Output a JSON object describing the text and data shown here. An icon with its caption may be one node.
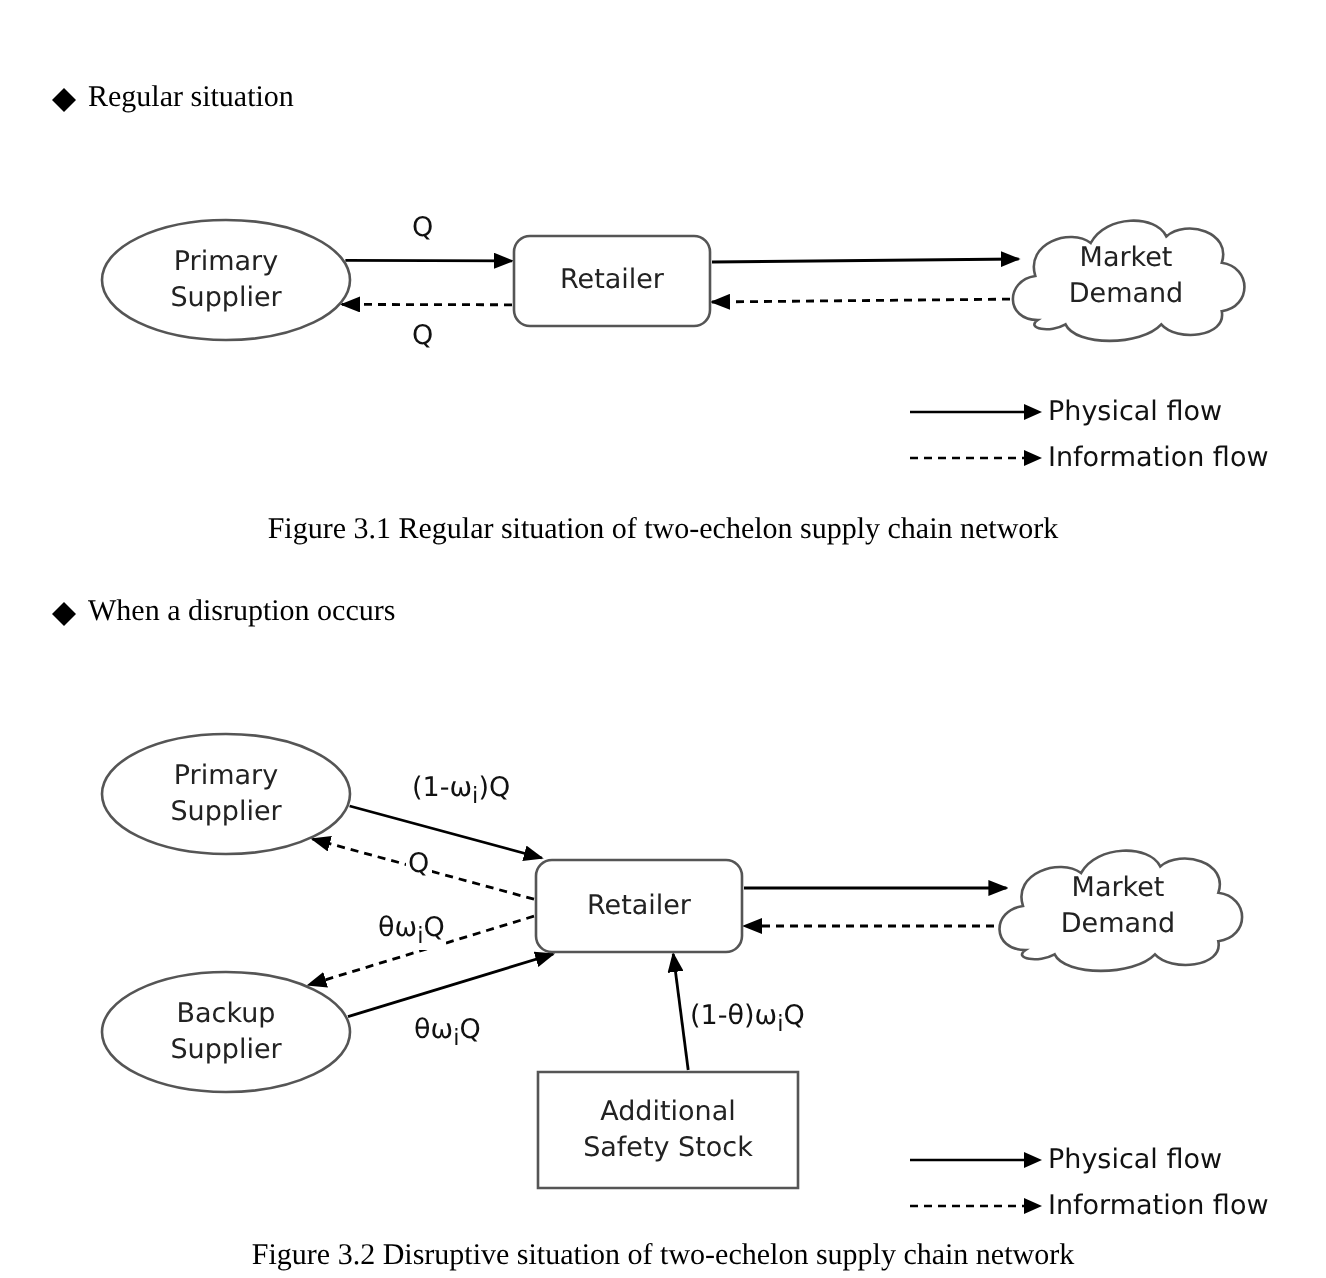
{
  "diagram": {
    "nodes": [
      {
        "text": [
          "Primary Supplier"
        ]
      },
      {
        "text": [
          "Retailer"
        ]
      },
      {
        "text": [
          "Market Demand"
        ]
      },
      {
        "text": [
          "Primary Supplier"
        ]
      },
      {
        "text": [
          "Backup Supplier"
        ]
      },
      {
        "text": [
          "Retailer"
        ]
      },
      {
        "text": [
          "Market Demand"
        ]
      },
      {
        "text": [
          "Additional Safety Stock"
        ]
      }
    ],
    "edges": [
      {
        "from": 0,
        "to": 1,
        "arrow": "to",
        "label": "Q"
      },
      {
        "from": 1,
        "to": 0,
        "arrow": "to",
        "label": "Q",
        "style": "dashed"
      },
      {
        "from": 1,
        "to": 2,
        "arrow": "to"
      },
      {
        "from": 2,
        "to": 1,
        "arrow": "to",
        "style": "dashed"
      },
      {
        "from": 3,
        "to": 5,
        "arrow": "to",
        "label": "(1-ω$_{i}$)Q"
      },
      {
        "from": 5,
        "to": 3,
        "arrow": "to",
        "label": "Q",
        "style": "dashed"
      },
      {
        "from": 5,
        "to": 4,
        "arrow": "to",
        "label": "θω$_{i}$Q",
        "style": "dashed"
      },
      {
        "from": 4,
        "to": 5,
        "arrow": "to",
        "label": "θω$_{i}$Q"
      },
      {
        "from": 7,
        "to": 5,
        "arrow": "to",
        "label": "(1-θ)ω$_{i}$Q"
      },
      {
        "from": 5,
        "to": 6,
        "arrow": "to"
      },
      {
        "from": 6,
        "to": 5,
        "arrow": "to",
        "style": "dashed"
      }
    ],
    "labels": [
      "Regular situation",
      "Figure 3.1 Regular situation of two-echelon supply chain network",
      "When a disruption occurs",
      "Figure 3.2 Disruptive situation of two-echelon supply chain network"
    ],
    "legend": [
      {
        "text": "Physical flow"
      },
      {
        "text": "Information flow"
      },
      {
        "text": "Physical flow"
      },
      {
        "text": "Information flow"
      }
    ]
  }
}
